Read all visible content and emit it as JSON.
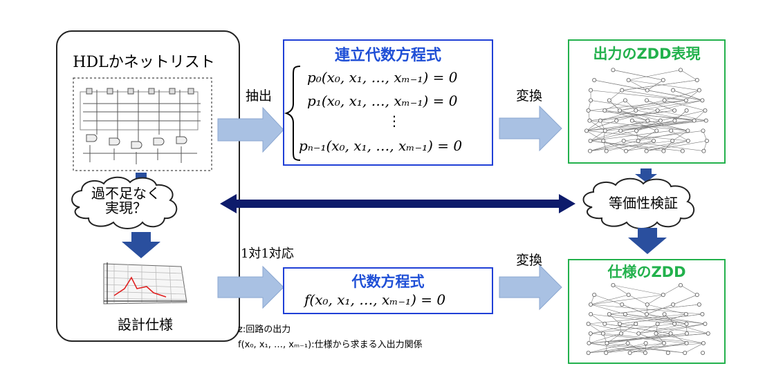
{
  "left_panel": {
    "hdl_label": "HDLかネットリスト",
    "cloud_text_line1": "過不足なく",
    "cloud_text_line2": "実現？",
    "spec_label": "設計仕様"
  },
  "system_box": {
    "title": "連立代数方程式",
    "eq_p0": "p₀(x₀, x₁, …, xₘ₋₁) = 0",
    "eq_p1": "p₁(x₀, x₁, …, xₘ₋₁) = 0",
    "eq_dots": "⋮",
    "eq_pn": "pₙ₋₁(x₀, x₁, …, xₘ₋₁) = 0"
  },
  "single_box": {
    "title": "代数方程式",
    "eq_f": "f(x₀, x₁, …, xₘ₋₁) = 0"
  },
  "zdd_top": {
    "title": "出力のZDD表現"
  },
  "zdd_bottom": {
    "title": "仕様のZDD"
  },
  "labels": {
    "extract": "抽出",
    "convert_top": "変換",
    "convert_bottom": "変換",
    "one_to_one": "1対1対応",
    "equivalence": "等価性検証"
  },
  "notes": {
    "note1": "z:回路の出力",
    "note2": "f(x₀, x₁, …, xₘ₋₁):仕様から求まる入出力関係"
  },
  "colors": {
    "blue_border": "#1f3fd6",
    "green_border": "#22b14c",
    "light_arrow": "#a9c1e3",
    "dark_arrow": "#2a4f9e",
    "navy_double_arrow": "#0d1b6b"
  }
}
